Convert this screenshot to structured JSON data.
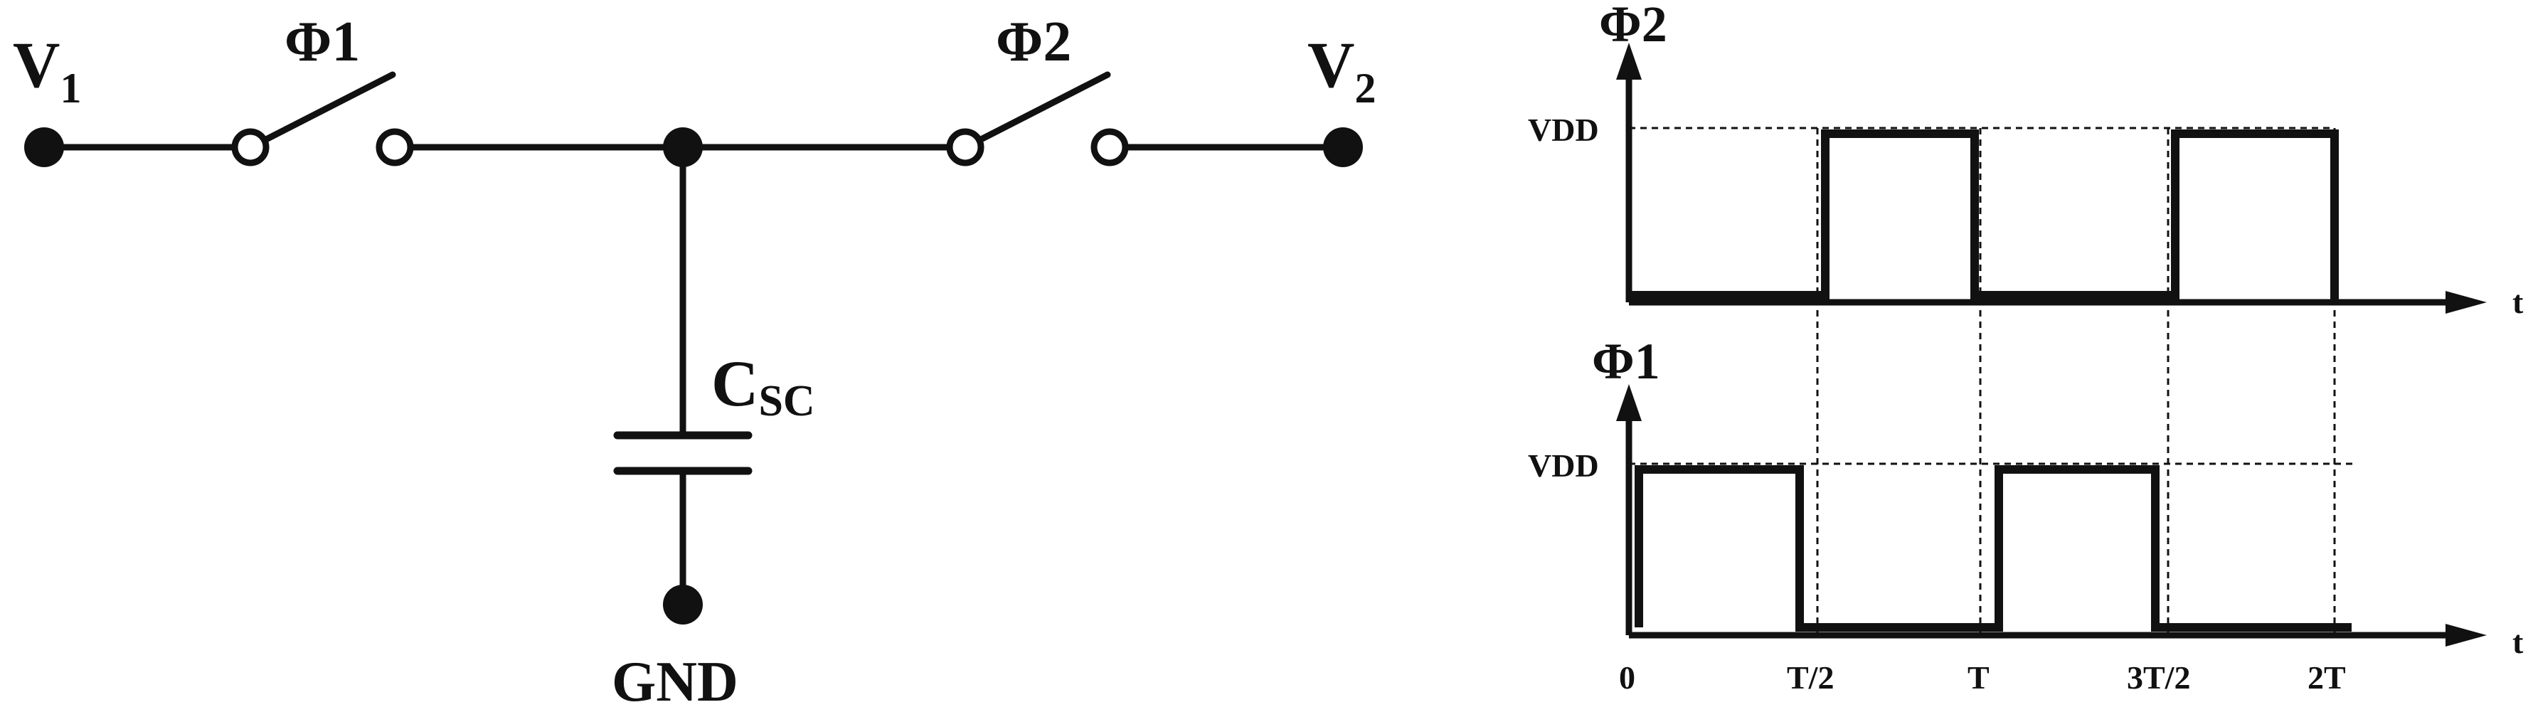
{
  "circuit": {
    "v1_label": "V",
    "v1_sub": "1",
    "v2_label": "V",
    "v2_sub": "2",
    "phi1_label": "Φ1",
    "phi2_label": "Φ2",
    "cap_label": "C",
    "cap_sub": "SC",
    "gnd_label": "GND"
  },
  "timing": {
    "phi2_axis_label": "Φ2",
    "phi1_axis_label": "Φ1",
    "vdd_label_top": "VDD",
    "vdd_label_bottom": "VDD",
    "t_label_top": "t",
    "t_label_bottom": "t",
    "ticks": [
      "0",
      "T/2",
      "T",
      "3T/2",
      "2T"
    ]
  }
}
